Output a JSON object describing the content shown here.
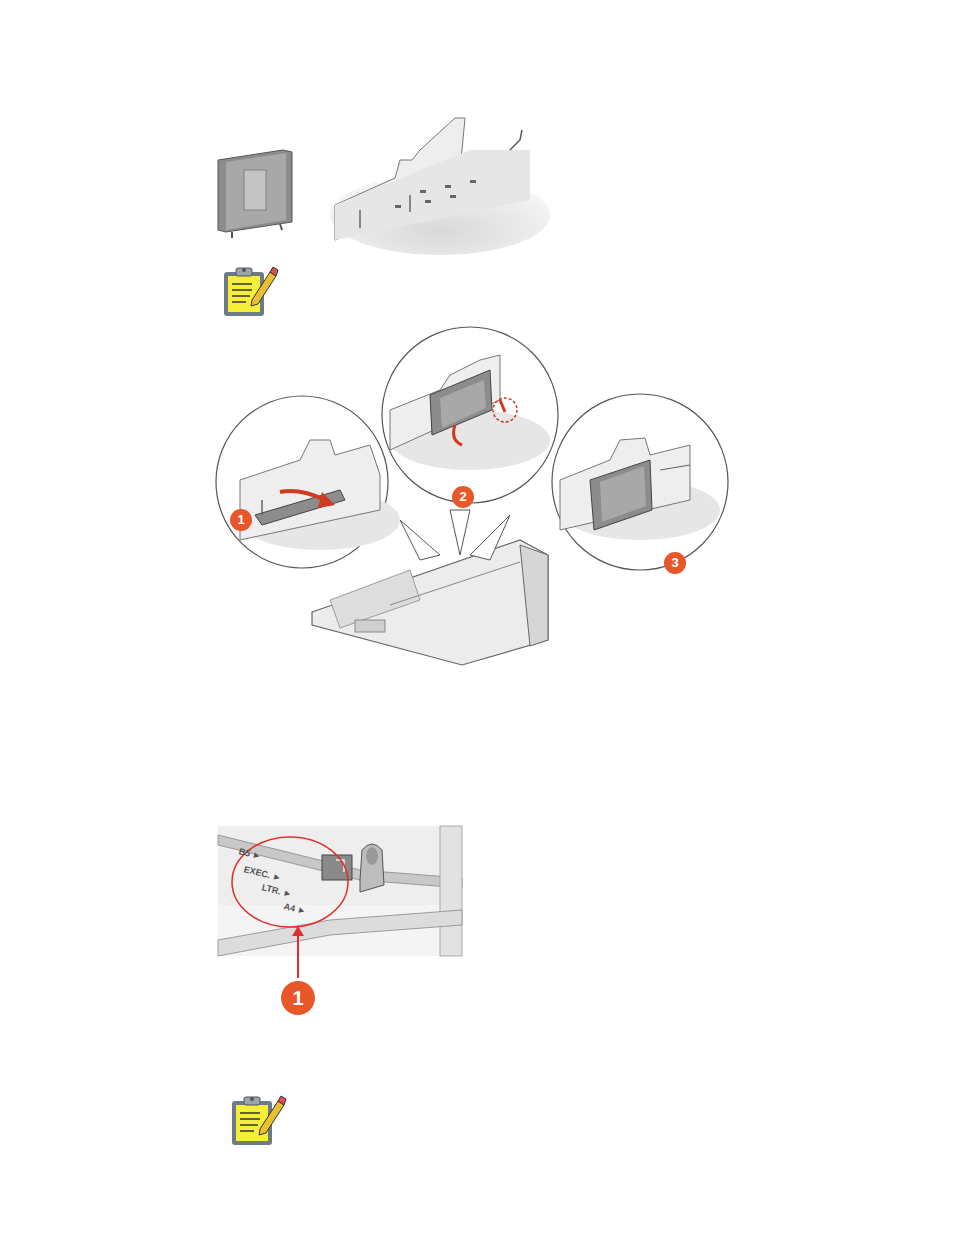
{
  "diagram": {
    "labels": [
      "1",
      "2",
      "3",
      "B5 ►",
      "EXEC. ►",
      "LTR. ►",
      "A4 ►",
      "1"
    ]
  }
}
